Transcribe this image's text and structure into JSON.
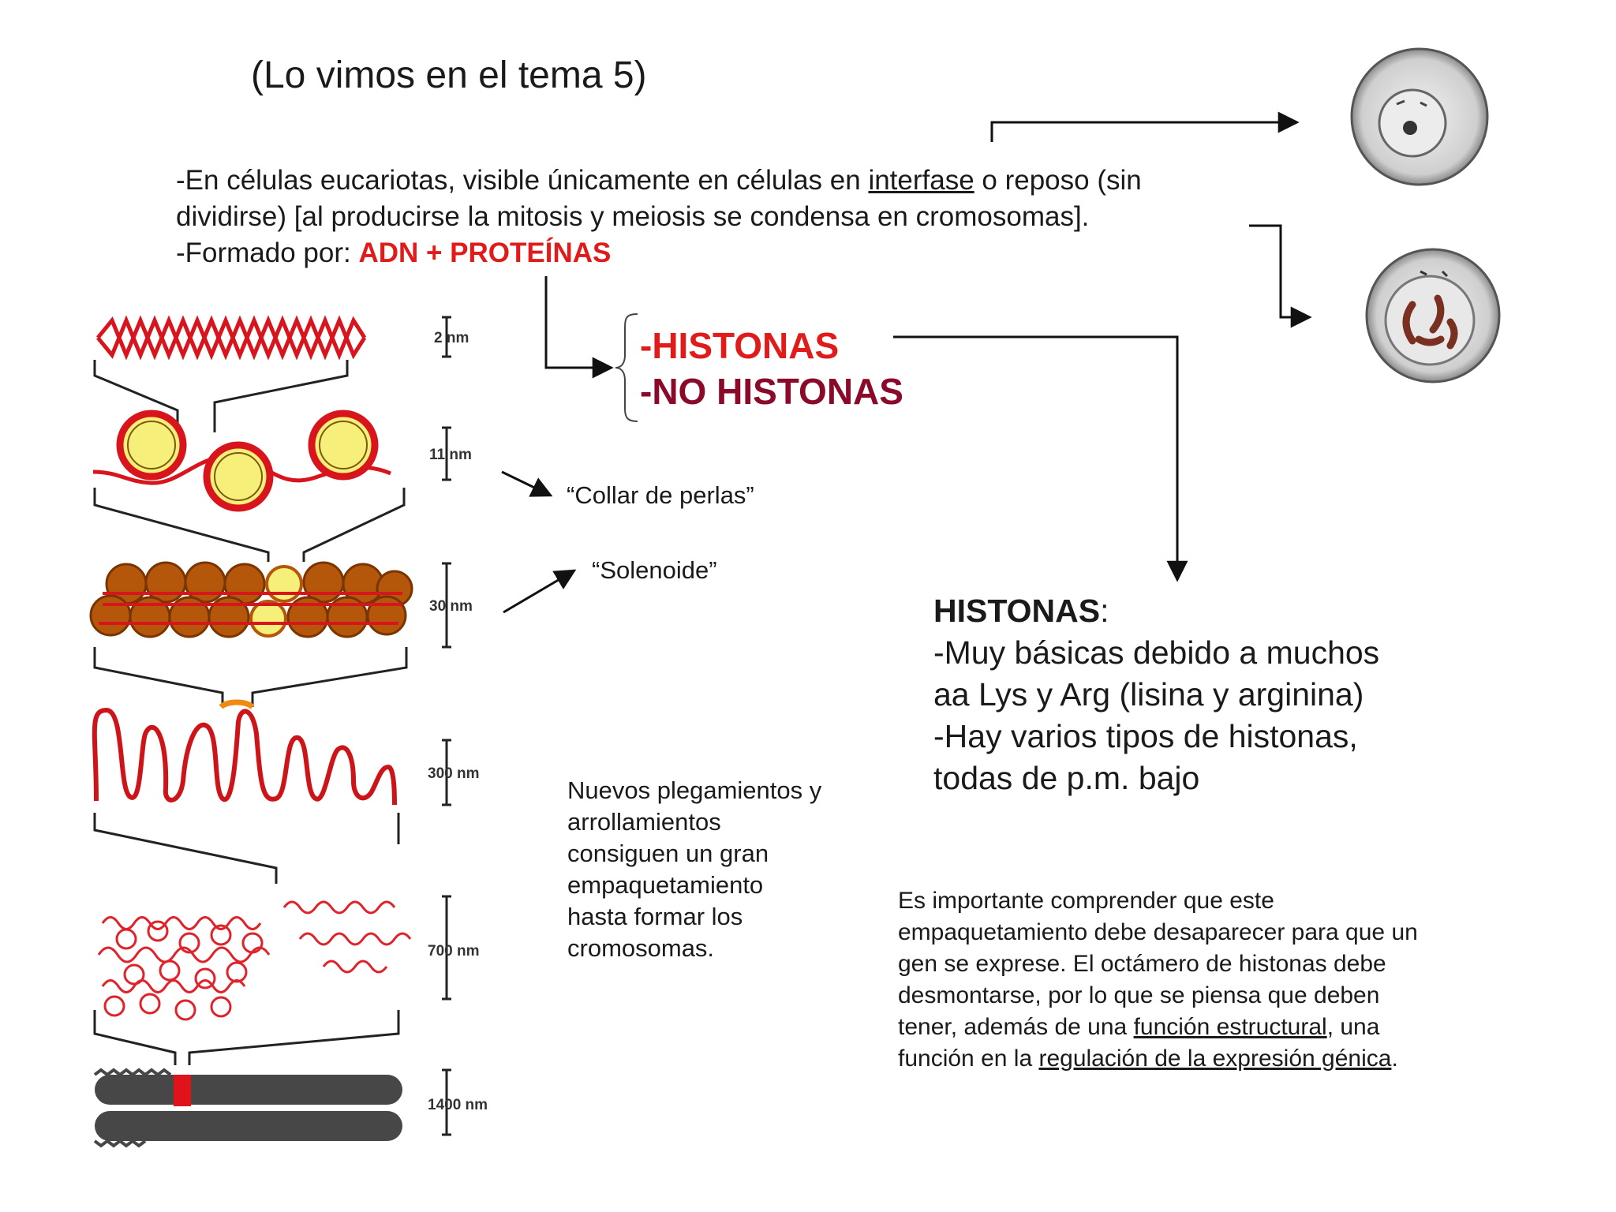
{
  "title": "(Lo vimos en el tema 5)",
  "intro": {
    "line1_pre": "-En células eucariotas, visible únicamente en células en ",
    "line1_link": "interfase",
    "line1_post": " o reposo (sin",
    "line2": "dividirse) [al producirse la mitosis y meiosis se condensa en cromosomas].",
    "line3_pre": "-Formado por: ",
    "line3_highlight": "ADN + PROTEÍNAS"
  },
  "protein_options": {
    "option1": "-HISTONAS",
    "option2": "-NO HISTONAS"
  },
  "levels": {
    "collar": "“Collar de perlas”",
    "solenoide": "“Solenoide”"
  },
  "scale_labels": [
    "2 nm",
    "11 nm",
    "30 nm",
    "300 nm",
    "700 nm",
    "1400 nm"
  ],
  "nuevos_text": "Nuevos plegamientos y arrollamientos consiguen un gran empaquetamiento hasta formar los cromosomas.",
  "histonas": {
    "title": "HISTONAS",
    "title_suffix": ":",
    "line1": "-Muy básicas debido a muchos",
    "line2": "aa Lys y Arg (lisina y arginina)",
    "line3": "-Hay varios tipos de histonas,",
    "line4": "todas de p.m. bajo"
  },
  "importante": {
    "text_pre": "Es importante comprender que este empaquetamiento debe desaparecer para que un gen se exprese. El octámero de histonas debe desmontarse, por lo que se piensa que deben tener, además de una ",
    "link1": "función estructural",
    "text_mid": ", una función en la ",
    "link2": "regulación de la expresión génica",
    "text_post": "."
  },
  "colors": {
    "red": "#e11a1a",
    "dark_red": "#8b0a2a",
    "nucleosome_yellow": "#f6ef7a",
    "solenoid_brown": "#b5570a",
    "chromosome_gray": "#444444"
  }
}
